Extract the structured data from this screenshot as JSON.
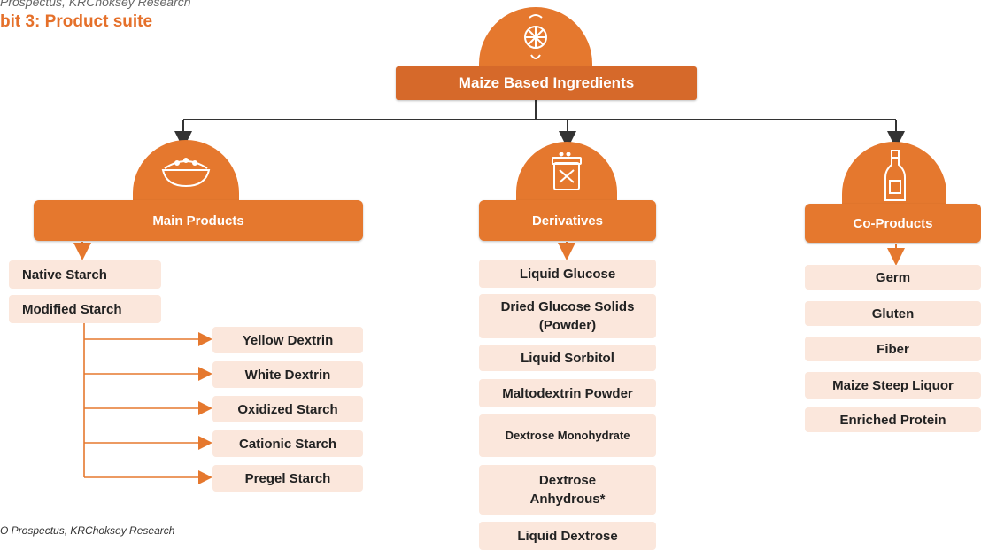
{
  "header": {
    "top_note": "Prospectus, KRChoksey Research",
    "exhibit_title": "bit 3: Product suite"
  },
  "root": {
    "label": "Maize Based Ingredients",
    "icon": "maize-icon"
  },
  "categories": [
    {
      "key": "main",
      "label": "Main Products",
      "icon": "starch-bowl-icon",
      "items": [
        "Native Starch",
        "Modified Starch"
      ],
      "sub_items": [
        "Yellow Dextrin",
        "White Dextrin",
        "Oxidized Starch",
        "Cationic Starch",
        "Pregel Starch"
      ]
    },
    {
      "key": "derivatives",
      "label": "Derivatives",
      "icon": "powder-jar-icon",
      "items": [
        "Liquid Glucose",
        "Dried Glucose Solids (Powder)",
        "Liquid Sorbitol",
        "Maltodextrin Powder",
        "Dextrose Monohydrate",
        "Dextrose Anhydrous*",
        "Liquid Dextrose"
      ]
    },
    {
      "key": "coproducts",
      "label": "Co-Products",
      "icon": "oil-bottle-icon",
      "items": [
        "Germ",
        "Gluten",
        "Fiber",
        "Maize Steep Liquor",
        "Enriched Protein"
      ]
    }
  ],
  "footer": {
    "source": "O Prospectus, KRChoksey Research"
  },
  "colors": {
    "accent": "#e5782e",
    "item_bg": "#fbe7dc",
    "line": "#333333",
    "arrow_orange": "#e5782e"
  }
}
